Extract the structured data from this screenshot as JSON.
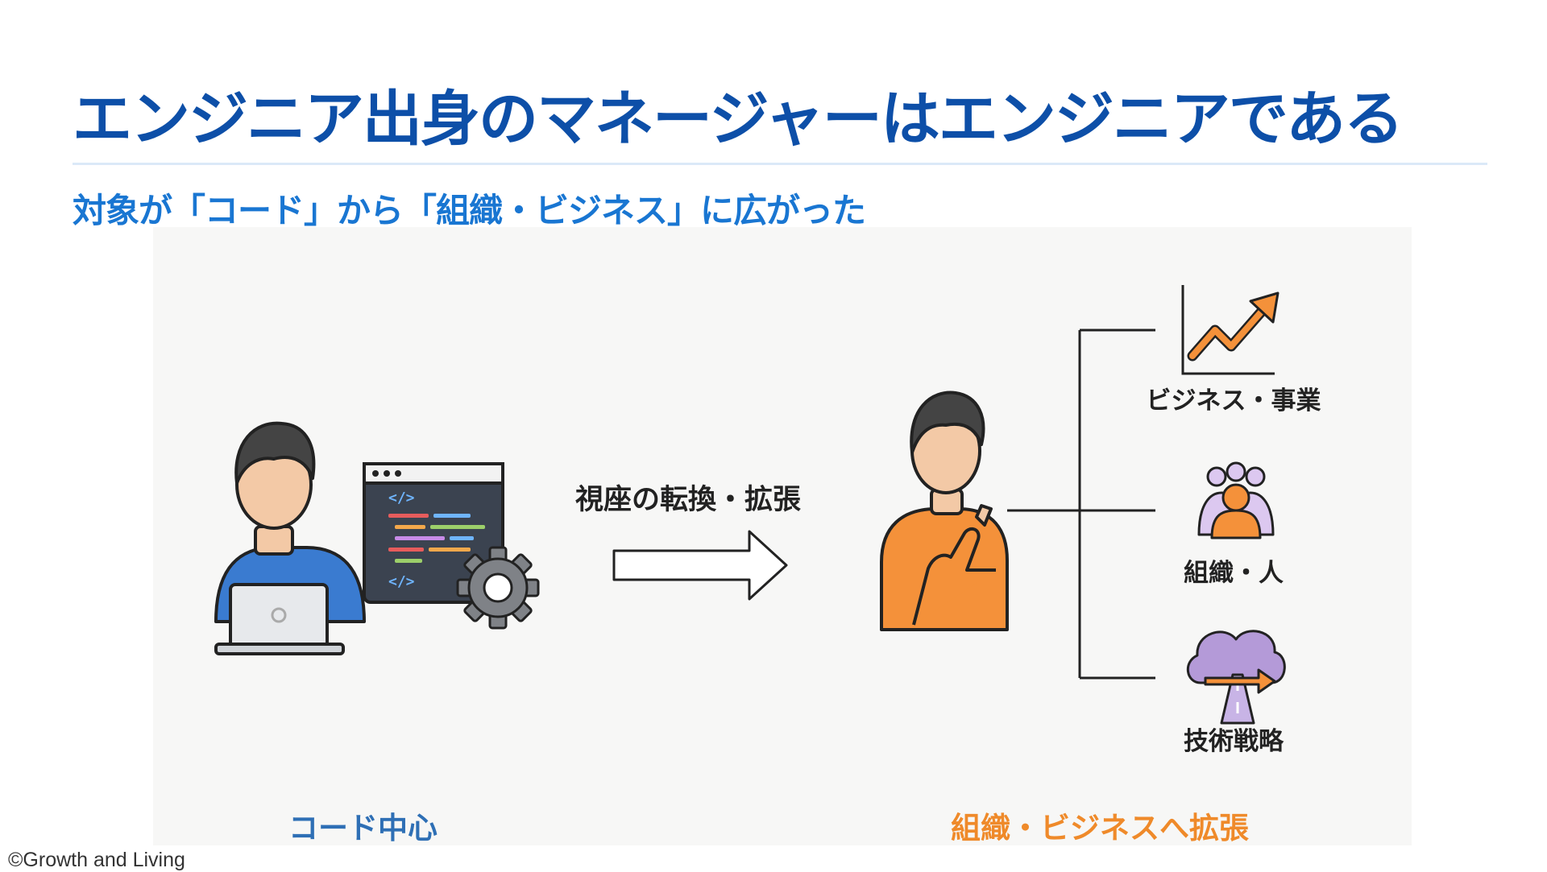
{
  "title": "エンジニア出身のマネージャーはエンジニアである",
  "subtitle": "対象が「コード」から「組織・ビジネス」に広がった",
  "diagram": {
    "left_caption": "コード中心",
    "transition_label": "視座の転換・拡張",
    "right_caption": "組織・ビジネスへ拡張",
    "branches": [
      {
        "label": "ビジネス・事業",
        "icon": "growth-chart-icon"
      },
      {
        "label": "組織・人",
        "icon": "people-group-icon"
      },
      {
        "label": "技術戦略",
        "icon": "cloud-road-icon"
      }
    ],
    "colors": {
      "left_accent": "#2e6fb5",
      "right_accent": "#ef8a2a",
      "icon_purple": "#b49ad8"
    }
  },
  "footer": {
    "copyright": "©Growth and Living"
  }
}
